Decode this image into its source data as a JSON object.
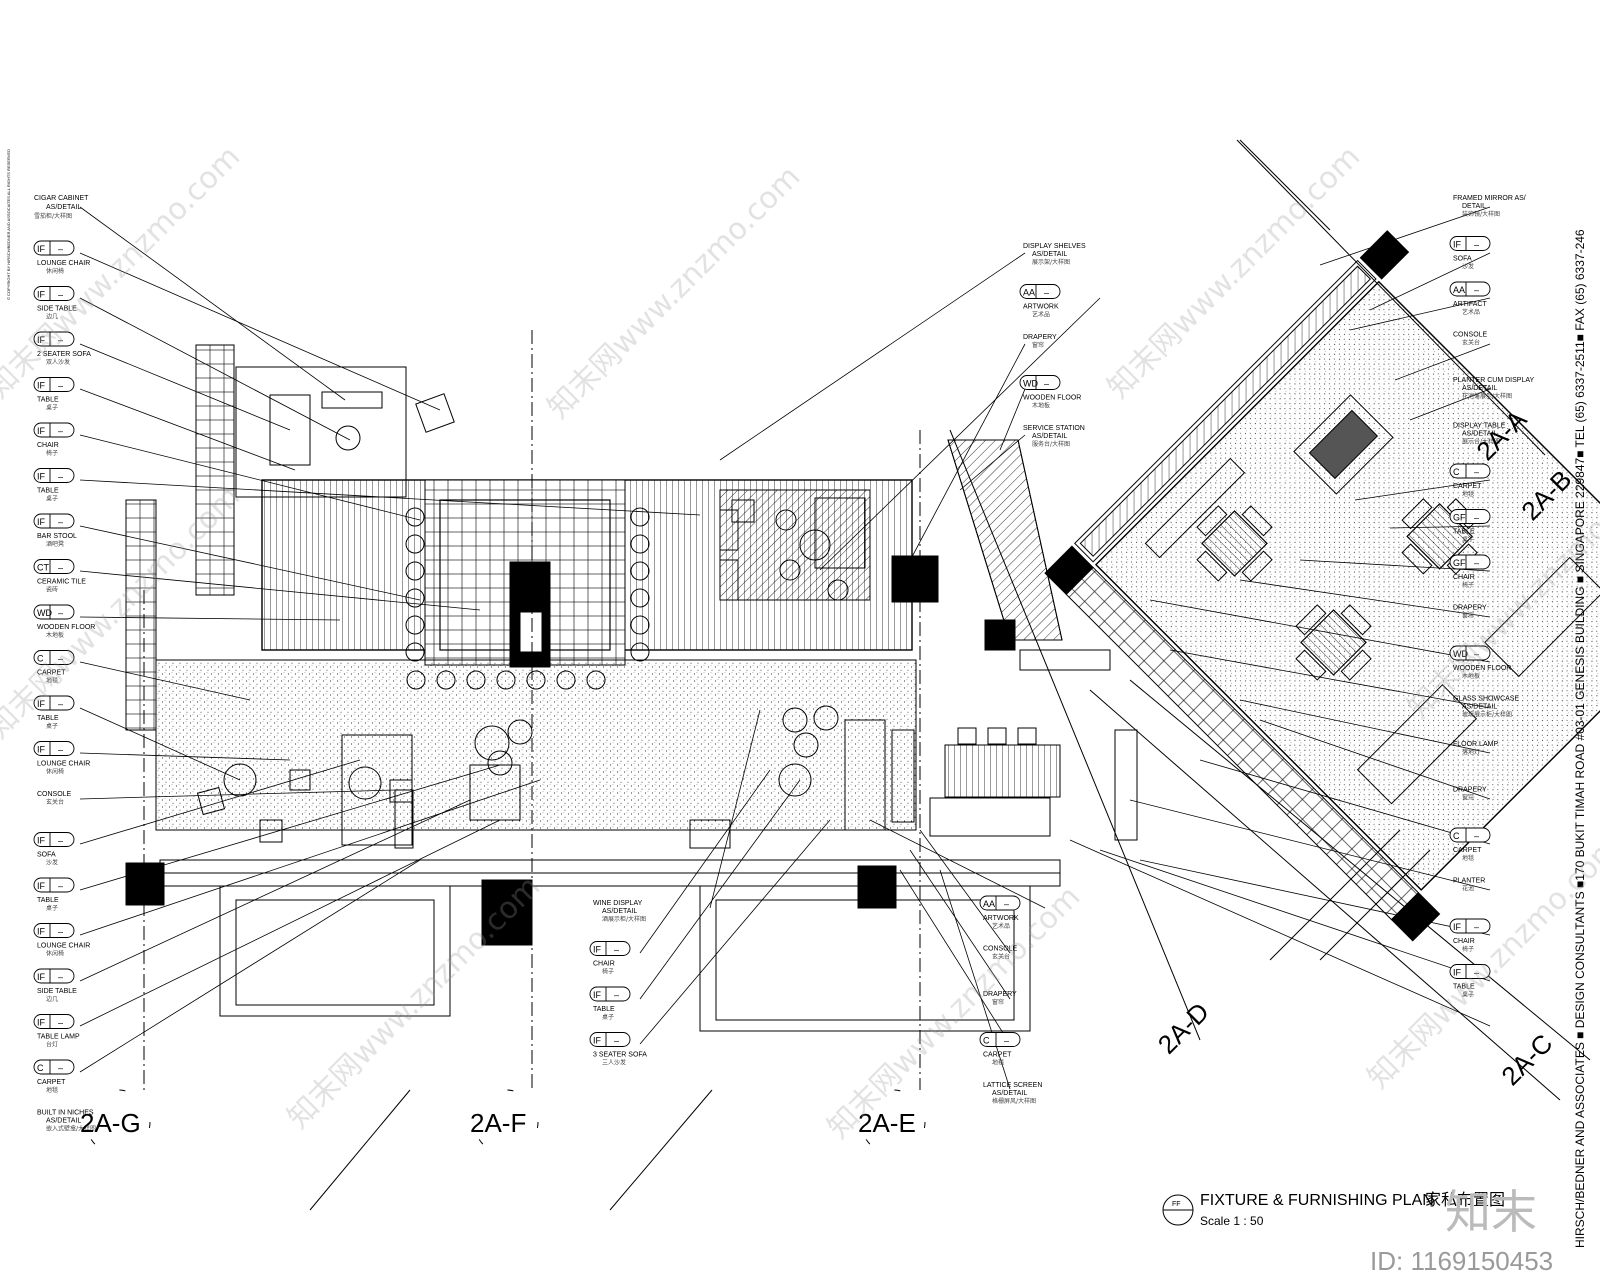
{
  "drawing": {
    "title": "FIXTURE & FURNISHING PLAN",
    "title_cn": "家私布置图",
    "title_tag": "FF",
    "scale": "Scale 1 : 50",
    "firm_info": "HIRSCH/BEDNER AND ASSOCIATES ■ DESIGN CONSULTANTS ■170 BUKIT TIMAH ROAD #03-01 GENESIS BUILDING ■ SINGAPORE 229847■ TEL (65) 6337-2511■ FAX (65) 6337-246",
    "copyright": "© COPYRIGHT BY HIRSCH/BEDNER AND ASSOCIATES ALL RIGHTS RESERVED"
  },
  "grid_labels": [
    "2A-G",
    "2A-F",
    "2A-E",
    "2A-D",
    "2A-C"
  ],
  "side_labels": [
    "2A-A",
    "2A-B"
  ],
  "left_labels": [
    {
      "tag": "",
      "label": "CIGAR CABINET",
      "sub": "AS/DETAIL",
      "cn": "雪茄柜/大样图"
    },
    {
      "tag": "IF",
      "label": "LOUNGE CHAIR",
      "sub": "",
      "cn": "休闲椅"
    },
    {
      "tag": "IF",
      "label": "SIDE TABLE",
      "sub": "",
      "cn": "边几"
    },
    {
      "tag": "IF",
      "label": "2 SEATER SOFA",
      "sub": "",
      "cn": "双人沙发"
    },
    {
      "tag": "IF",
      "label": "TABLE",
      "sub": "",
      "cn": "桌子"
    },
    {
      "tag": "IF",
      "label": "CHAIR",
      "sub": "",
      "cn": "椅子"
    },
    {
      "tag": "IF",
      "label": "TABLE",
      "sub": "",
      "cn": "桌子"
    },
    {
      "tag": "IF",
      "label": "BAR STOOL",
      "sub": "",
      "cn": "酒吧凳"
    },
    {
      "tag": "CT",
      "label": "CERAMIC TILE",
      "sub": "",
      "cn": "瓷砖"
    },
    {
      "tag": "WD",
      "label": "WOODEN FLOOR",
      "sub": "",
      "cn": "木地板"
    },
    {
      "tag": "C",
      "label": "CARPET",
      "sub": "",
      "cn": "地毯"
    },
    {
      "tag": "IF",
      "label": "TABLE",
      "sub": "",
      "cn": "桌子"
    },
    {
      "tag": "IF",
      "label": "LOUNGE CHAIR",
      "sub": "",
      "cn": "休闲椅"
    },
    {
      "tag": "",
      "label": "CONSOLE",
      "sub": "",
      "cn": "玄关台"
    },
    {
      "tag": "IF",
      "label": "SOFA",
      "sub": "",
      "cn": "沙发"
    },
    {
      "tag": "IF",
      "label": "TABLE",
      "sub": "",
      "cn": "桌子"
    },
    {
      "tag": "IF",
      "label": "LOUNGE CHAIR",
      "sub": "",
      "cn": "休闲椅"
    },
    {
      "tag": "IF",
      "label": "SIDE TABLE",
      "sub": "",
      "cn": "边几"
    },
    {
      "tag": "IF",
      "label": "TABLE LAMP",
      "sub": "",
      "cn": "台灯"
    },
    {
      "tag": "C",
      "label": "CARPET",
      "sub": "",
      "cn": "地毯"
    },
    {
      "tag": "",
      "label": "BUILT IN NICHES",
      "sub": "AS/DETAIL",
      "cn": "嵌入式壁龛/大样图"
    }
  ],
  "right_labels": [
    {
      "tag": "",
      "label": "FRAMED MIRROR AS/",
      "sub": "DETAIL",
      "cn": "装饰镜/大样图"
    },
    {
      "tag": "IF",
      "label": "SOFA",
      "sub": "",
      "cn": "沙发"
    },
    {
      "tag": "AA",
      "label": "ARTIFACT",
      "sub": "",
      "cn": "艺术品"
    },
    {
      "tag": "",
      "label": "CONSOLE",
      "sub": "",
      "cn": "玄关台"
    },
    {
      "tag": "",
      "label": "PLANTER CUM DISPLAY",
      "sub": "AS/DETAIL",
      "cn": "花池兼展示/大样图"
    },
    {
      "tag": "",
      "label": "DISPLAY TABLE",
      "sub": "AS/DETAIL",
      "cn": "展示台/大样图"
    },
    {
      "tag": "C",
      "label": "CARPET",
      "sub": "",
      "cn": "地毯"
    },
    {
      "tag": "GF",
      "label": "TABLE",
      "sub": "",
      "cn": "桌子"
    },
    {
      "tag": "GF",
      "label": "CHAIR",
      "sub": "",
      "cn": "椅子"
    },
    {
      "tag": "",
      "label": "DRAPERY",
      "sub": "",
      "cn": "窗帘"
    },
    {
      "tag": "WD",
      "label": "WOODEN FLOOR",
      "sub": "",
      "cn": "木地板"
    },
    {
      "tag": "",
      "label": "GLASS SHOWCASE",
      "sub": "AS/DETAIL",
      "cn": "玻璃展示柜/大样图"
    },
    {
      "tag": "",
      "label": "FLOOR LAMP",
      "sub": "",
      "cn": "落地灯"
    },
    {
      "tag": "",
      "label": "DRAPERY",
      "sub": "",
      "cn": "窗帘"
    },
    {
      "tag": "C",
      "label": "CARPET",
      "sub": "",
      "cn": "地毯"
    },
    {
      "tag": "",
      "label": "PLANTER",
      "sub": "",
      "cn": "花池"
    },
    {
      "tag": "IF",
      "label": "CHAIR",
      "sub": "",
      "cn": "椅子"
    },
    {
      "tag": "IF",
      "label": "TABLE",
      "sub": "",
      "cn": "桌子"
    }
  ],
  "top_labels": [
    {
      "tag": "",
      "label": "DISPLAY SHELVES",
      "sub": "AS/DETAIL",
      "cn": "展示架/大样图"
    },
    {
      "tag": "AA",
      "label": "ARTWORK",
      "sub": "",
      "cn": "艺术品"
    },
    {
      "tag": "",
      "label": "DRAPERY",
      "sub": "",
      "cn": "窗帘"
    },
    {
      "tag": "WD",
      "label": "WOODEN FLOOR",
      "sub": "",
      "cn": "木地板"
    },
    {
      "tag": "",
      "label": "SERVICE STATION",
      "sub": "AS/DETAIL",
      "cn": "服务台/大样图"
    }
  ],
  "bottom_labels": [
    {
      "tag": "",
      "label": "WINE DISPLAY",
      "sub": "AS/DETAIL",
      "cn": "酒展示柜/大样图"
    },
    {
      "tag": "IF",
      "label": "CHAIR",
      "sub": "",
      "cn": "椅子"
    },
    {
      "tag": "IF",
      "label": "TABLE",
      "sub": "",
      "cn": "桌子"
    },
    {
      "tag": "IF",
      "label": "3 SEATER SOFA",
      "sub": "",
      "cn": "三人沙发"
    },
    {
      "tag": "AA",
      "label": "ARTWORK",
      "sub": "",
      "cn": "艺术品"
    },
    {
      "tag": "",
      "label": "CONSOLE",
      "sub": "",
      "cn": "玄关台"
    },
    {
      "tag": "",
      "label": "DRAPERY",
      "sub": "",
      "cn": "窗帘"
    },
    {
      "tag": "C",
      "label": "CARPET",
      "sub": "",
      "cn": "地毯"
    },
    {
      "tag": "",
      "label": "LATTICE SCREEN",
      "sub": "AS/DETAIL",
      "cn": "格栅屏风/大样图"
    }
  ],
  "watermark": {
    "text": "知末网www.znzmo.com",
    "logo": "知末",
    "id": "ID: 1169150453"
  }
}
